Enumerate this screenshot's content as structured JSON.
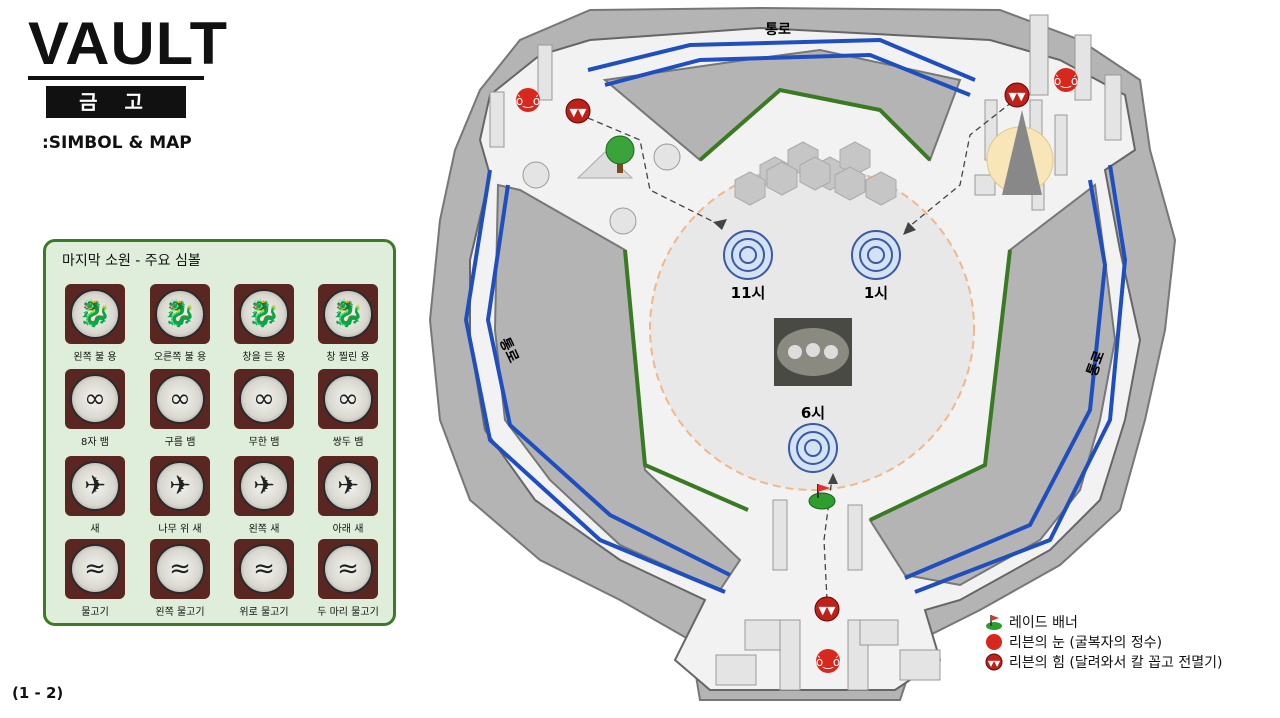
{
  "header": {
    "title": "VAULT",
    "subtitle": "금 고",
    "caption": ":SIMBOL & MAP"
  },
  "page_number": "(1 - 2)",
  "symbols_panel": {
    "title": "마지막 소원 - 주요 심볼",
    "items": [
      {
        "label": "왼쪽 불 용",
        "icon": "dragon"
      },
      {
        "label": "오른쪽 불 용",
        "icon": "dragon"
      },
      {
        "label": "창을 든 용",
        "icon": "dragon"
      },
      {
        "label": "창 찔린 용",
        "icon": "dragon"
      },
      {
        "label": "8자 뱀",
        "icon": "snake"
      },
      {
        "label": "구름 뱀",
        "icon": "snake"
      },
      {
        "label": "무한 뱀",
        "icon": "snake"
      },
      {
        "label": "쌍두 뱀",
        "icon": "snake"
      },
      {
        "label": "새",
        "icon": "bird"
      },
      {
        "label": "나무 위 새",
        "icon": "bird"
      },
      {
        "label": "왼쪽 새",
        "icon": "bird"
      },
      {
        "label": "아래 새",
        "icon": "bird"
      },
      {
        "label": "물고기",
        "icon": "fish"
      },
      {
        "label": "왼쪽 물고기",
        "icon": "fish"
      },
      {
        "label": "위로 물고기",
        "icon": "fish"
      },
      {
        "label": "두 마리 물고기",
        "icon": "fish"
      }
    ]
  },
  "map": {
    "corridor_labels": {
      "top": "통로",
      "left": "통로",
      "right": "통로"
    },
    "plates": {
      "eleven": "11시",
      "one": "1시",
      "six": "6시"
    },
    "colors": {
      "rock": "#b4b4b4",
      "floor": "#f2f2f2",
      "corridor": "#1f4fbf",
      "ledge": "#3a7a22",
      "arena": "#e8e8e8",
      "arena_ring": "#f0b88a"
    }
  },
  "legend": {
    "items": [
      {
        "label": "레이드 배너",
        "icon": "raid-banner-icon"
      },
      {
        "label": "리븐의 눈 (굴복자의 정수)",
        "icon": "angry-demon-icon"
      },
      {
        "label": "리븐의 힘 (달려와서 칼 꼽고 전멸기)",
        "icon": "oni-mask-icon"
      }
    ]
  }
}
